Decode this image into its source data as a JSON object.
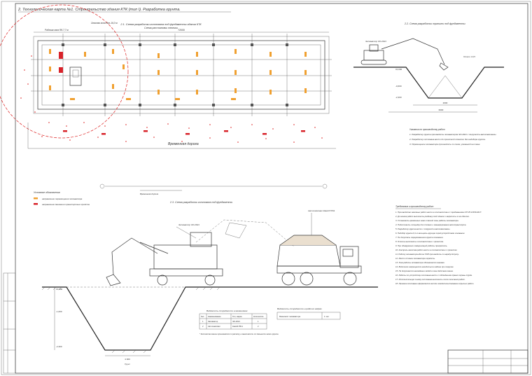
{
  "sheet_title": "2. Технологическая карта №1. Строительство здания КТК (тип I). Разработка грунта.",
  "plan": {
    "title": "2.1. Схема разработки котлована под фундаменты здания КТК",
    "subtitle": "Схема расстановки техники",
    "dim_top": "72000",
    "label_a": "Рабочая зона Rд-7,7 м",
    "label_b": "Опасная зона Rоп-16,0 м",
    "road_label": "Временная дорога",
    "legend_title": "Условные обозначения",
    "legend_items": [
      "направление перемещения экскаватора",
      "направление движения транспортных средств"
    ]
  },
  "section_top": {
    "title": "2.2. Схема разработки траншеи под фундаменты",
    "excavator_label": "Экскаватор ЭО-2621",
    "slope_label": "Откос 1:0,5",
    "dims": [
      "±0,000",
      "-0,600",
      "-2,300",
      "2000",
      "6000"
    ]
  },
  "notes_top": {
    "title": "Указания по производству работ",
    "lines": [
      "1. Разработку грунта производить экскаватором ЭО-2621 с погрузкой в автосамосвалы.",
      "2. Разработку котлована вести до проектной отметки без недобора грунта.",
      "3. Перемещение экскаватора производить по схеме, указанной на плане."
    ]
  },
  "section_bottom": {
    "title": "2.3. Схема разработки котлована под фундаменты",
    "excavator_label": "Экскаватор ЭО-2621",
    "truck_label": "Автосамосвал КамАЗ-5511",
    "dims": [
      "±0,000",
      "-1,000",
      "-2,300",
      "4 000",
      "Грунт"
    ]
  },
  "table_machines": {
    "title": "Ведомость потребности в механизмах",
    "headers": [
      "№п",
      "Наименование",
      "Тип, марка",
      "Количество"
    ],
    "rows": [
      [
        "1",
        "Экскаватор",
        "ЭО-2621",
        "1"
      ],
      [
        "2",
        "Автосамосвал",
        "КамАЗ-5511",
        "2"
      ]
    ],
    "note": "* Количество машин принимается по расчету, в зависимости от дальности возки грунта."
  },
  "table_workers": {
    "title": "Ведомость потребности в рабочих кадрах",
    "rows": [
      [
        "Машинист экскаватора",
        "1 чел"
      ]
    ]
  },
  "requirements": {
    "title": "Требования к производству работ",
    "lines": [
      "1. Производство земляных работ вести в соответствии с требованиями СП 45.13330.2017.",
      "2. До начала работ выполнить разбивку осей здания и закрепить их на обноске.",
      "3. Установить временные знаки опасной зоны работы экскаватора.",
      "4. Подготовить площадку для стоянки и маневрирования автотранспорта.",
      "5. Разработку грунта вести с погрузкой в автосамосвалы.",
      "6. Недобор грунта 0,1 м зачищать вручную перед устройством основания.",
      "7. Не допускать переувлажнения грунта основания.",
      "8. Откосы выполнять в соответствии с проектом.",
      "9. При обнаружении коммуникаций работы прекратить.",
      "10. Контроль качества работ вести в соответствии с проектом.",
      "11. Работу экскаватора вблизи ЛЭП производить по наряду-допуску.",
      "12. Место стоянки экскаватора оградить.",
      "13. Зона работы экскаватора обозначается знаками.",
      "14. Водителю запрещается находиться в кабине при погрузке.",
      "15. Не допускается нахождение людей в зоне действия ковша.",
      "16. Работы по устройству котлована вести с соблюдением правил охраны труда.",
      "17. Исполнительную съемку котлована выполнить после окончания работ.",
      "18. Приемка котлована оформляется актом освидетельствования скрытых работ."
    ]
  }
}
